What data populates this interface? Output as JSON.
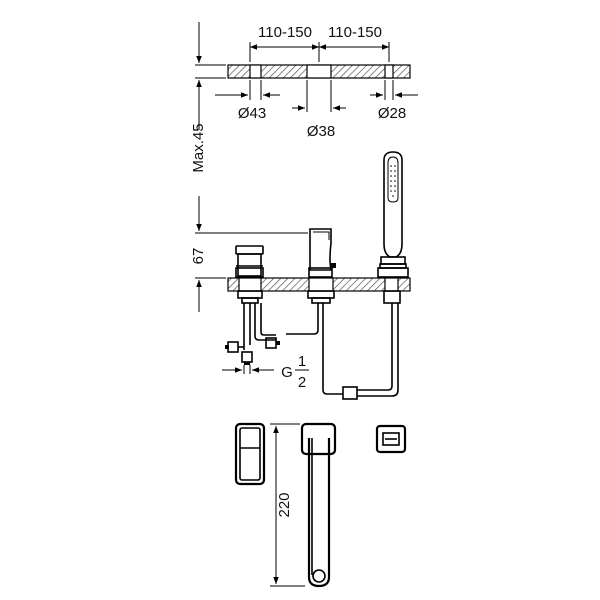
{
  "dimensions": {
    "spacing_left": "110-150",
    "spacing_right": "110-150",
    "hole_left": "Ø43",
    "hole_center": "Ø38",
    "hole_right": "Ø28",
    "max_deck_thickness": "Max.45",
    "height_above_deck": "67",
    "thread_letter": "G",
    "thread_numerator": "1",
    "thread_denominator": "2",
    "spout_length": "220"
  },
  "colors": {
    "line": "#000000",
    "hatch": "#555555",
    "background": "#ffffff"
  }
}
